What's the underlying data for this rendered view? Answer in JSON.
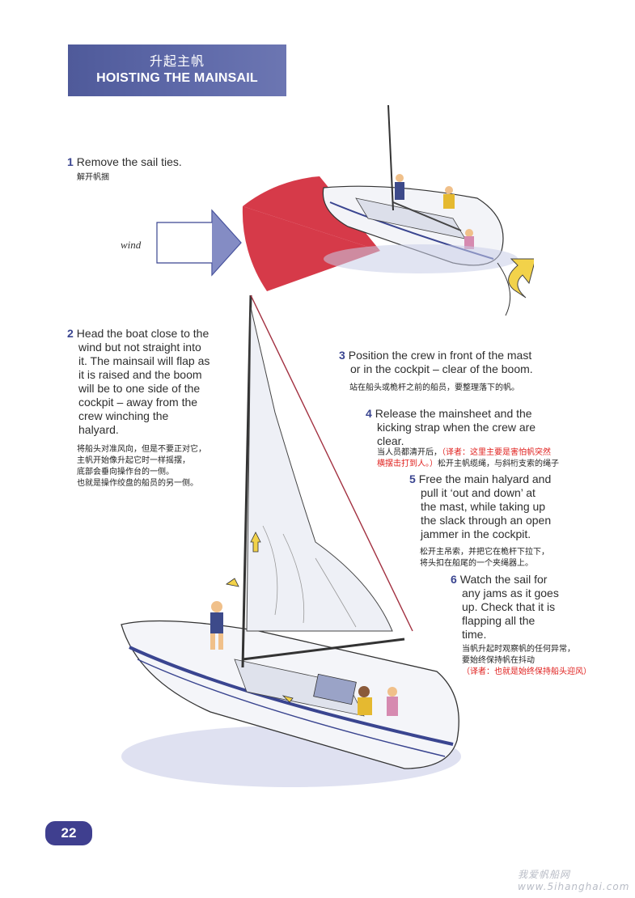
{
  "header": {
    "title_cn": "升起主帆",
    "title_en": "HOISTING THE MAINSAIL"
  },
  "illustration1": {
    "wind_label": "wind"
  },
  "steps": [
    {
      "number": "1",
      "text": "Remove the sail ties.",
      "translation": "解开帆捆"
    },
    {
      "number": "2",
      "lines": [
        "Head the boat close to the",
        "wind but not straight into",
        "it. The mainsail will flap as",
        "it is raised and the boom",
        "will be to one side of the",
        "cockpit – away from the",
        "crew winching the",
        "halyard."
      ],
      "translation_lines": [
        "将船头对准风向，但是不要正对它，",
        "主帆开始像升起它时一样摇摆，",
        "底部会垂向操作台的一侧。",
        "也就是操作绞盘的船员的另一侧。"
      ]
    },
    {
      "number": "3",
      "lines": [
        "Position the crew in front of the mast",
        "or in the cockpit – clear of the boom."
      ],
      "translation": "站在船头或桅杆之前的船员，要整理落下的帆。"
    },
    {
      "number": "4",
      "lines": [
        "Release the mainsheet and the",
        "kicking strap when the crew are",
        "clear."
      ],
      "translation_a": "当人员都清开后，",
      "translator_note_a": "（译者：这里主要是害怕帆突然",
      "translator_note_b": "横摆击打到人。）",
      "translation_b": "松开主帆缆绳，与斜桁支索的绳子"
    },
    {
      "number": "5",
      "lines": [
        "Free the main halyard and",
        "pull it ‘out and down’ at",
        "the mast, while taking up",
        "the slack through an open",
        "jammer in the cockpit."
      ],
      "translation_lines": [
        "松开主吊索，并把它在桅杆下拉下，",
        "将头扣在船尾的一个夹绳器上。"
      ]
    },
    {
      "number": "6",
      "lines": [
        "Watch the sail for",
        "any jams as it goes",
        "up. Check that it is",
        "flapping all the",
        "time."
      ],
      "translation_lines": [
        "当帆升起时观察帆的任何异常，",
        "要始终保持帆在抖动"
      ],
      "translator_note": "（译者：也就是始终保持船头迎风）"
    }
  ],
  "page_number": "22",
  "watermark": "我爱帆船网 www.5ihanghai.com",
  "colors": {
    "header_bg": "#5661a0",
    "step_number": "#3a4590",
    "red_note": "#e0201e",
    "wind_sector": "#d2293a",
    "page_badge": "#3f3f8f"
  }
}
